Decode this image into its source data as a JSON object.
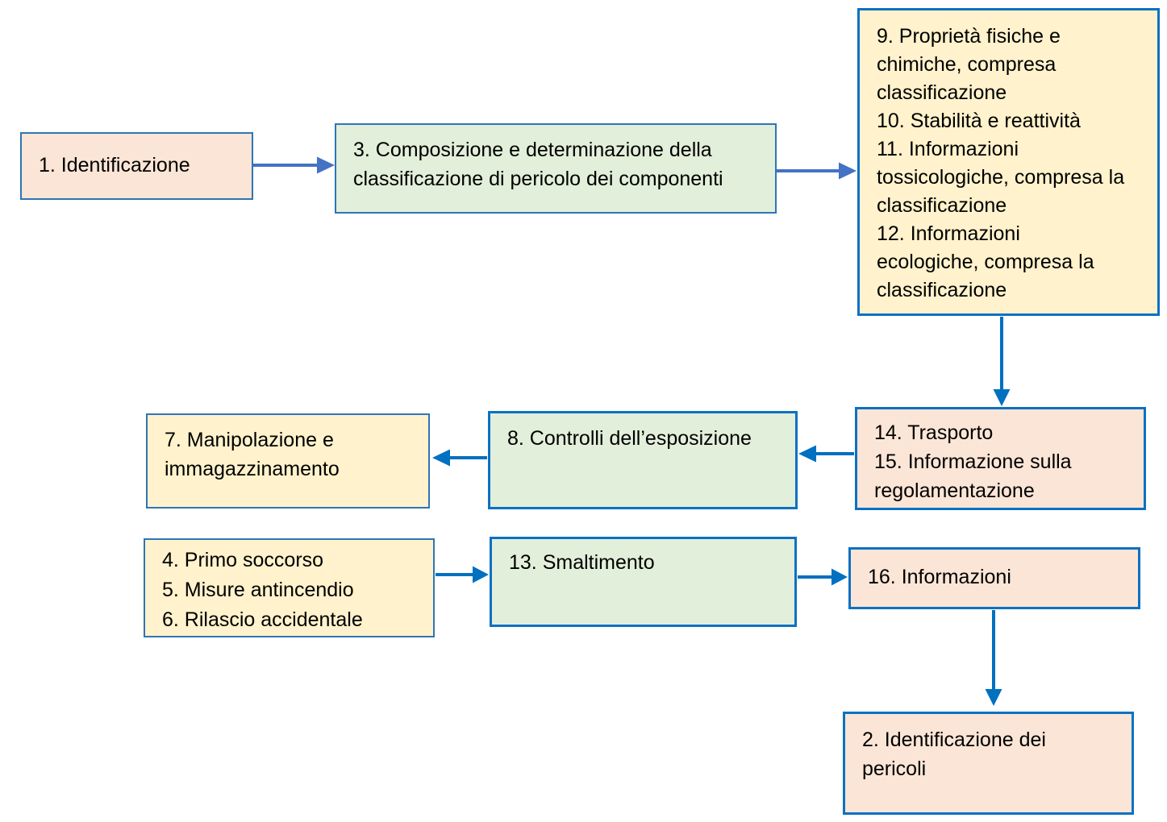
{
  "diagram": {
    "colors": {
      "fill_peach": "#FBE5D6",
      "fill_yellow": "#FFF2CC",
      "fill_green": "#E2EFDA",
      "border_muted": "#2E75B6",
      "border_vivid": "#0C71C3",
      "arrow_primary": "#0070C0",
      "arrow_secondary": "#4472C4",
      "text": "#000000"
    },
    "nodes": {
      "box1": {
        "lines": [
          "1. Identificazione"
        ]
      },
      "box3": {
        "lines": [
          "3. Composizione e determinazione della",
          "classificazione di pericolo dei componenti"
        ]
      },
      "box9_12": {
        "lines": [
          "9. Proprietà fisiche e",
          "chimiche, compresa",
          "classificazione",
          "10. Stabilità e reattività",
          "11. Informazioni",
          "tossicologiche, compresa la",
          "classificazione",
          "12. Informazioni",
          "ecologiche, compresa la",
          "classificazione"
        ]
      },
      "box14_15": {
        "lines": [
          "14. Trasporto",
          "15. Informazione sulla",
          "regolamentazione"
        ]
      },
      "box8": {
        "lines": [
          "8. Controlli dell’esposizione"
        ]
      },
      "box7": {
        "lines": [
          "7. Manipolazione e",
          "immagazzinamento"
        ]
      },
      "box4_6": {
        "lines": [
          "4. Primo soccorso",
          "5. Misure antincendio",
          "6. Rilascio accidentale"
        ]
      },
      "box13": {
        "lines": [
          "13. Smaltimento"
        ]
      },
      "box16": {
        "lines": [
          "16. Informazioni"
        ]
      },
      "box2": {
        "lines": [
          "2. Identificazione dei",
          "pericoli"
        ]
      }
    }
  }
}
